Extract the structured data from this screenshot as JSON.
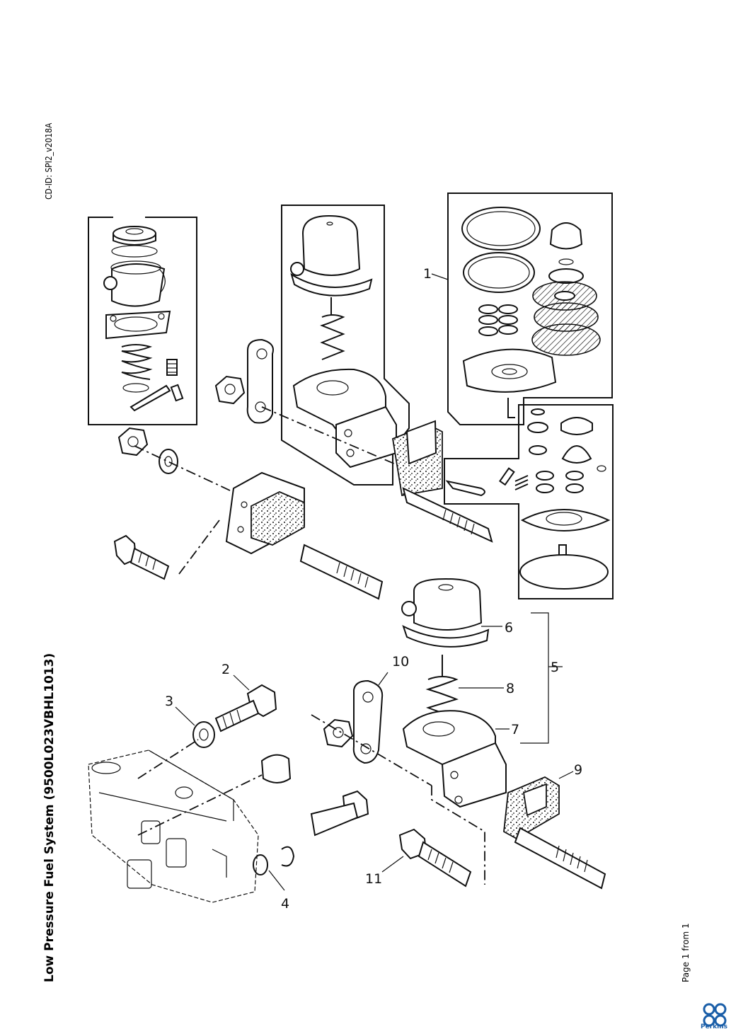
{
  "document": {
    "title": "Low Pressure Fuel System (9500L023VBHL1013)",
    "cd_id": "CD-ID: SPI2_v2018A",
    "page_info": "Page 1 from 1",
    "logo_text": "Perkins",
    "brand_color": "#1a5ea8"
  },
  "callouts": [
    "1",
    "2",
    "3",
    "4",
    "5",
    "6",
    "7",
    "8",
    "9",
    "10",
    "11"
  ]
}
